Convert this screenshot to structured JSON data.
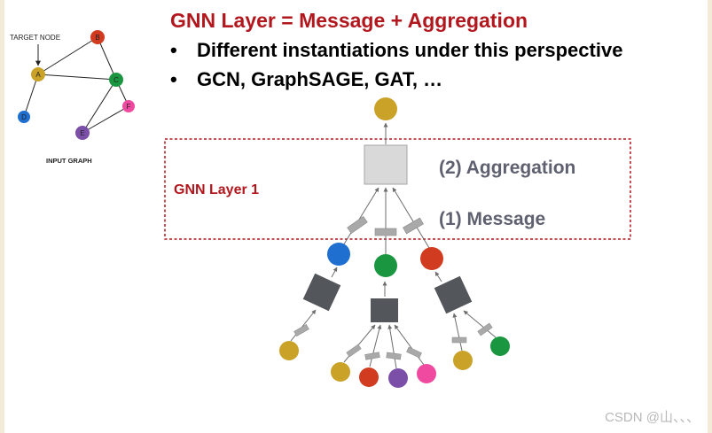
{
  "slide": {
    "title": "GNN Layer = Message + Aggregation",
    "bullets": [
      "Different instantiations under this perspective",
      "GCN, GraphSAGE, GAT, …"
    ]
  },
  "input_graph": {
    "target_label": "TARGET NODE",
    "caption": "INPUT GRAPH",
    "nodes": [
      {
        "label": "A",
        "color": "#c9a227"
      },
      {
        "label": "B",
        "color": "#d13b20"
      },
      {
        "label": "C",
        "color": "#1a9641"
      },
      {
        "label": "D",
        "color": "#1f6fd1"
      },
      {
        "label": "E",
        "color": "#7b4fa8"
      },
      {
        "label": "F",
        "color": "#ef4aa0"
      }
    ]
  },
  "diagram": {
    "layer_label": "GNN Layer 1",
    "aggregation_label": "(2) Aggregation",
    "message_label": "(1) Message",
    "colors": {
      "dashed_box": "#b3171e",
      "label_gray": "#5f6170",
      "box_dark": "#53565a",
      "box_light": "#d9d9d9",
      "message_rect": "#a9a9a9",
      "yellow": "#c9a227",
      "blue": "#1f6fd1",
      "green": "#1a9641",
      "red": "#d13b20",
      "purple": "#7b4fa8",
      "pink": "#ef4aa0"
    }
  },
  "watermark": "CSDN @山、、、"
}
